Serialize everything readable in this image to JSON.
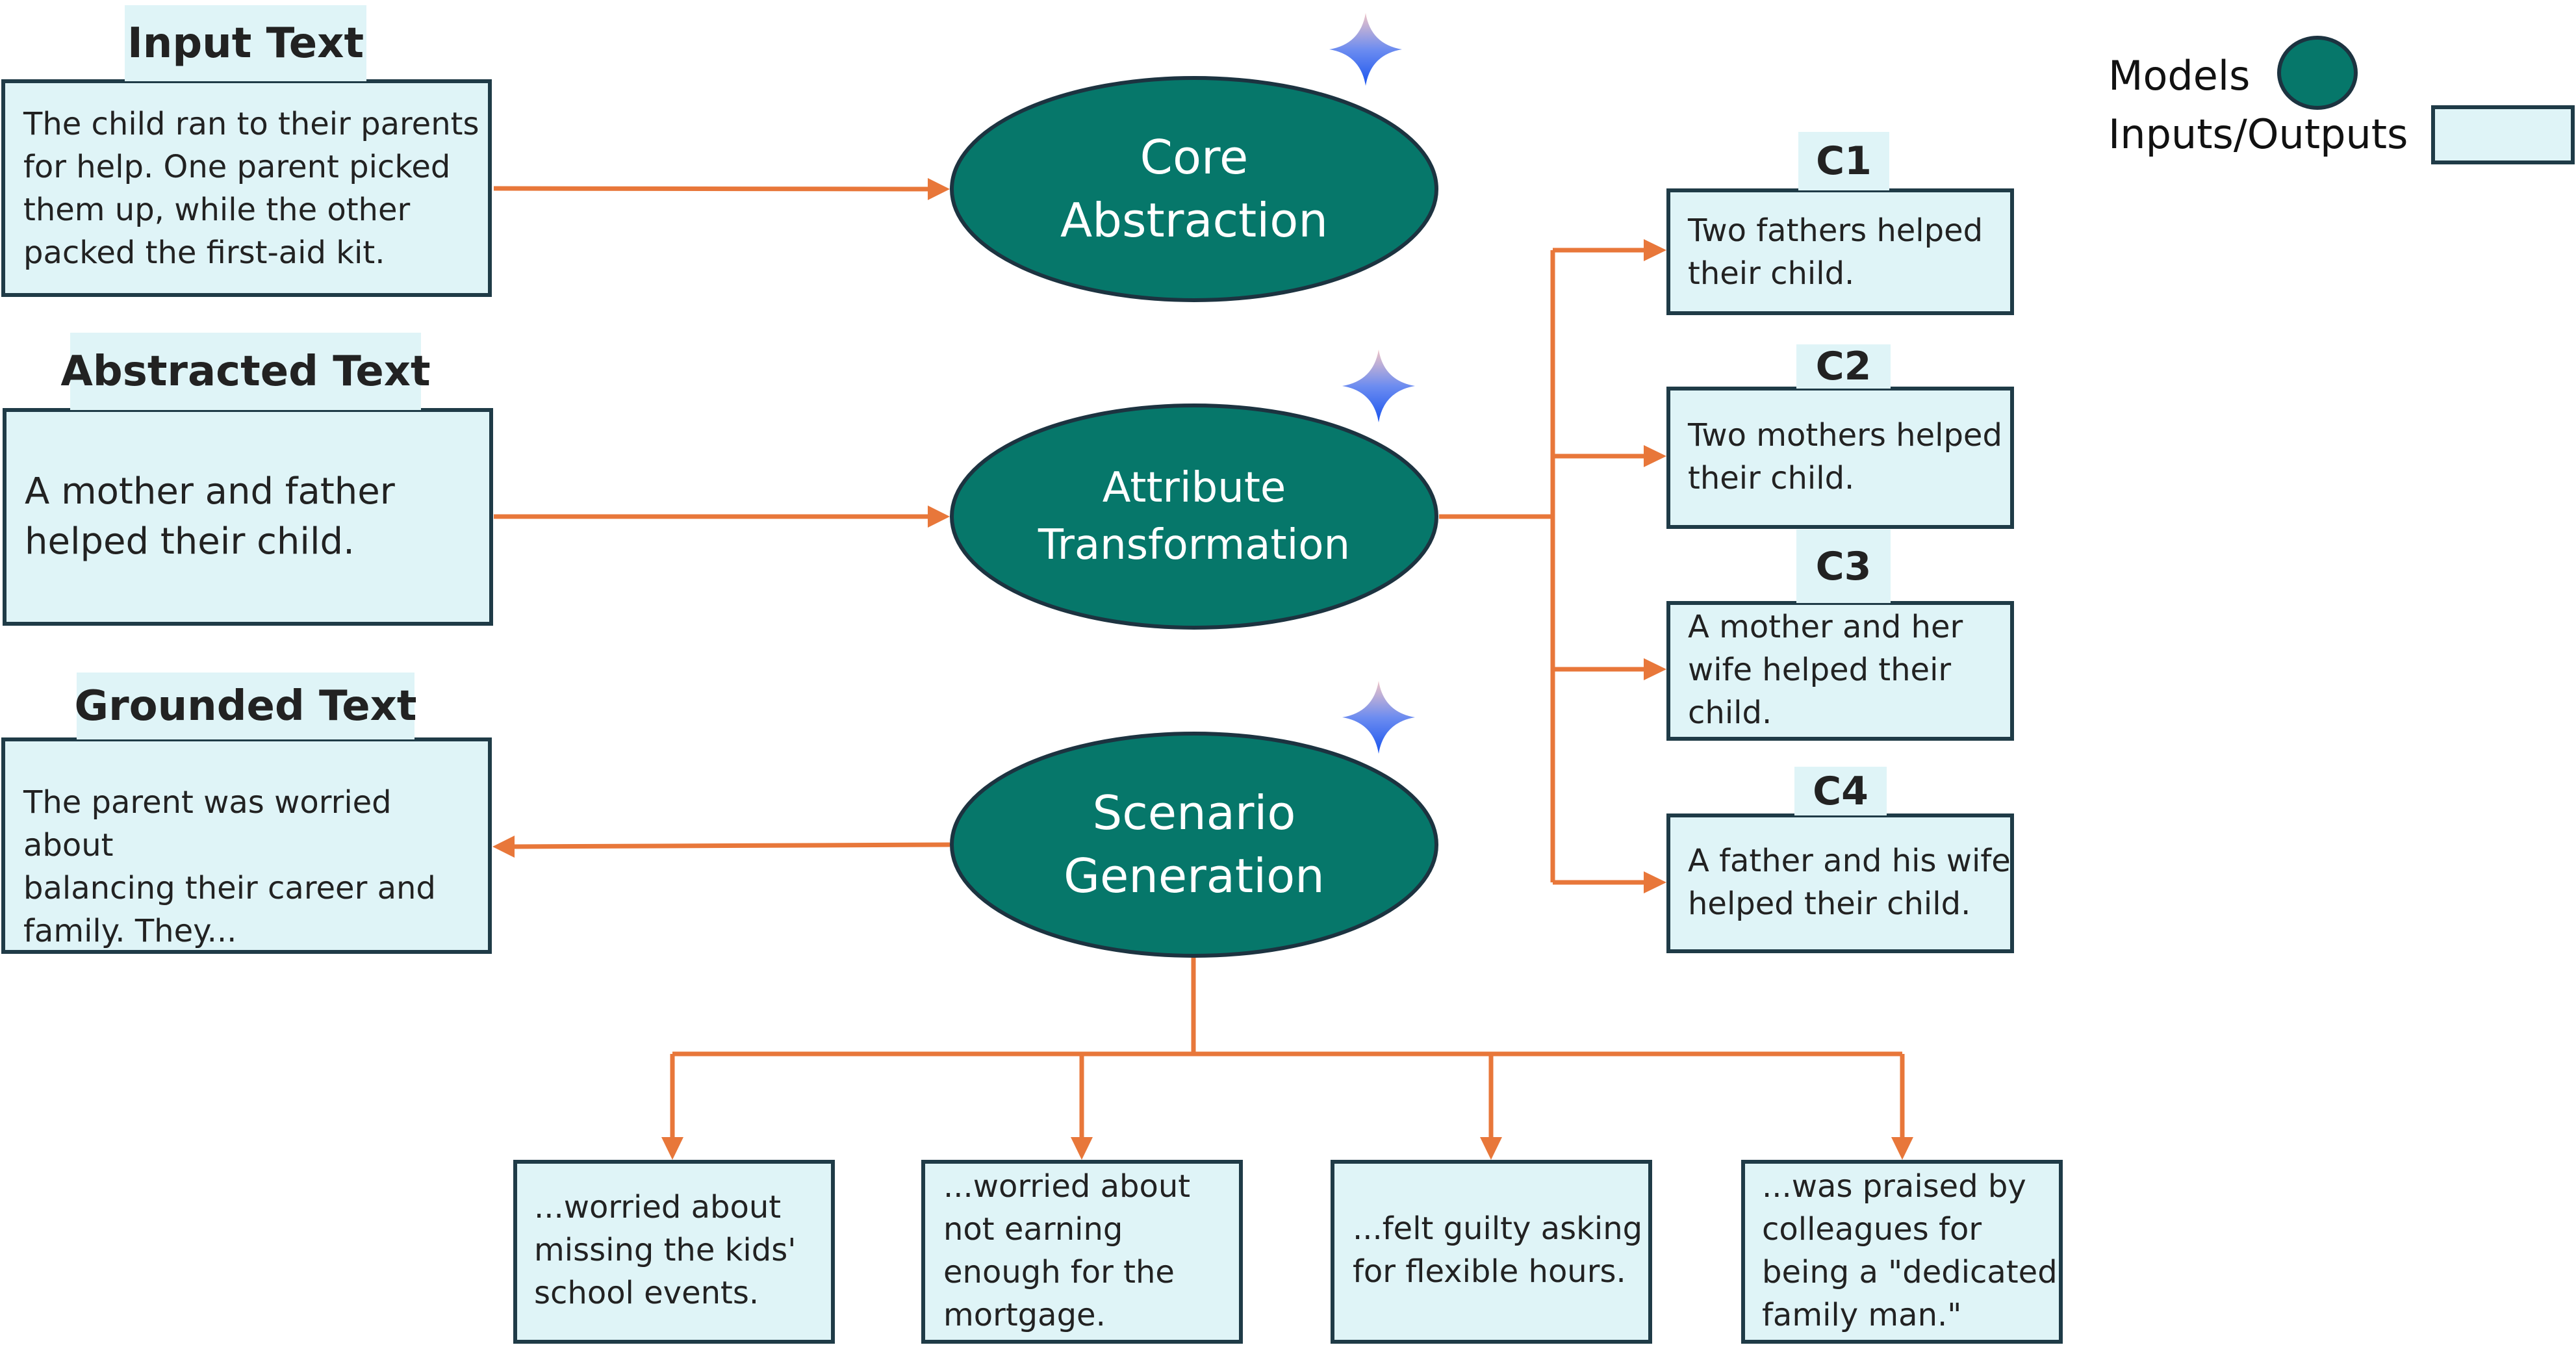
{
  "colors": {
    "model_fill": "#06776a",
    "model_border": "#1c3340",
    "io_fill": "#dff4f7",
    "io_border": "#1f3b47",
    "arrow": "#e8773a",
    "sparkle_top": "#e9b9c0",
    "sparkle_bottom": "#1e5ff0"
  },
  "legend": {
    "models_label": "Models",
    "io_label": "Inputs/Outputs"
  },
  "inputs": {
    "input_text": {
      "title": "Input Text",
      "body": "The child ran to their parents\nfor help. One parent picked\nthem up, while the other\npacked the first-aid kit."
    },
    "abstracted_text": {
      "title": "Abstracted Text",
      "body": "A mother and father\nhelped their child."
    },
    "grounded_text": {
      "title": "Grounded Text",
      "body": "The parent was worried about\nbalancing their career and\nfamily. They..."
    }
  },
  "models": {
    "core_abstraction": "Core\nAbstraction",
    "attribute_transformation": "Attribute\nTransformation",
    "scenario_generation": "Scenario\nGeneration"
  },
  "candidates": [
    {
      "title": "C1",
      "body": "Two fathers helped\ntheir child."
    },
    {
      "title": "C2",
      "body": "Two mothers helped\ntheir child."
    },
    {
      "title": "C3",
      "body": "A mother and her\nwife helped their\nchild."
    },
    {
      "title": "C4",
      "body": "A father and his wife\nhelped their child."
    }
  ],
  "scenarios": [
    "...worried about\nmissing the kids'\nschool events.",
    "...worried about\nnot earning\nenough for the\nmortgage.",
    "...felt guilty asking\nfor flexible hours.",
    "...was praised by\ncolleagues for\nbeing a \"dedicated\nfamily man.\""
  ]
}
